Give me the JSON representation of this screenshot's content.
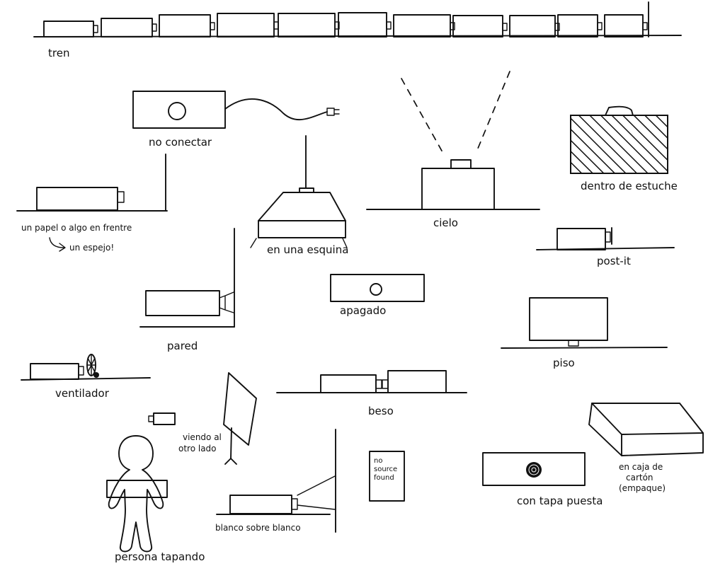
{
  "labels": {
    "tren": "tren",
    "no_conectar": "no conectar",
    "dentro_de_estuche": "dentro de estuche",
    "papel_line1": "un papel o algo en frentre",
    "papel_line2": "un espejo!",
    "en_una_esquina": "en una esquina",
    "cielo": "cielo",
    "post_it": "post-it",
    "pared": "pared",
    "apagado": "apagado",
    "piso": "piso",
    "ventilador": "ventilador",
    "beso": "beso",
    "viendo_line1": "viendo al",
    "viendo_line2": "otro lado",
    "no_source_line1": "no",
    "no_source_line2": "source",
    "no_source_line3": "found",
    "con_tapa_puesta": "con tapa puesta",
    "caja_line1": "en caja de",
    "caja_line2": "cartón",
    "caja_line3": "(empaque)",
    "persona_tapando": "persona tapando",
    "blanco_sobre_blanco": "blanco sobre blanco"
  }
}
